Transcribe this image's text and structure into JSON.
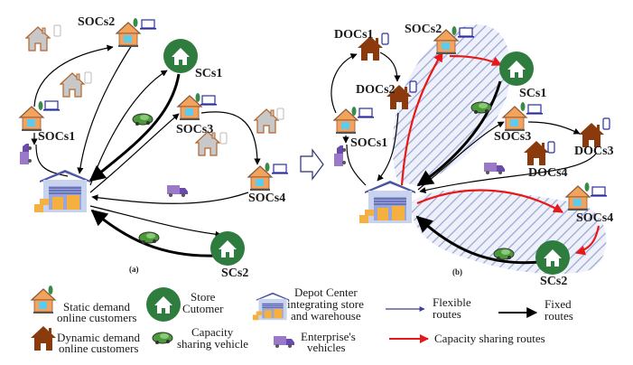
{
  "panel_a": {
    "caption": "(a)",
    "nodes": {
      "socs1": "SOCs1",
      "socs2": "SOCs2",
      "socs3": "SOCs3",
      "socs4": "SOCs4",
      "scs1": "SCs1",
      "scs2": "SCs2"
    }
  },
  "panel_b": {
    "caption": "(b)",
    "nodes": {
      "docs1": "DOCs1",
      "docs2": "DOCs2",
      "docs3": "DOCs3",
      "docs4": "DOCs4",
      "socs1": "SOCs1",
      "socs2": "SOCs2",
      "socs3": "SOCs3",
      "socs4": "SOCs4",
      "scs1": "SCs1",
      "scs2": "SCs2"
    }
  },
  "legend": {
    "static_l1": "Static demand",
    "static_l2": "online customers",
    "store_l1": "Store",
    "store_l2": "Cutomer",
    "depot_l1": "Depot Center",
    "depot_l2": "integrating store",
    "depot_l3": "and warehouse",
    "flexible_l1": "Flexible",
    "flexible_l2": "routes",
    "fixed_l1": "Fixed",
    "fixed_l2": "routes",
    "dynamic_l1": "Dynamic demand",
    "dynamic_l2": "online customers",
    "capveh_l1": "Capacity",
    "capveh_l2": "sharing vehicle",
    "ent_l1": "Enterprise's",
    "ent_l2": "vehicles",
    "capshare": "Capacity sharing routes"
  },
  "colors": {
    "static_house": "#f4a35c",
    "dynamic_house": "#8b3a0e",
    "store_green": "#2e7d3e",
    "depot_blue": "#4a56a6",
    "flexible_route": "#3a3f8f",
    "fixed_route": "#000000",
    "capacity_route": "#e81818",
    "hatch": "#9aa6d6"
  }
}
